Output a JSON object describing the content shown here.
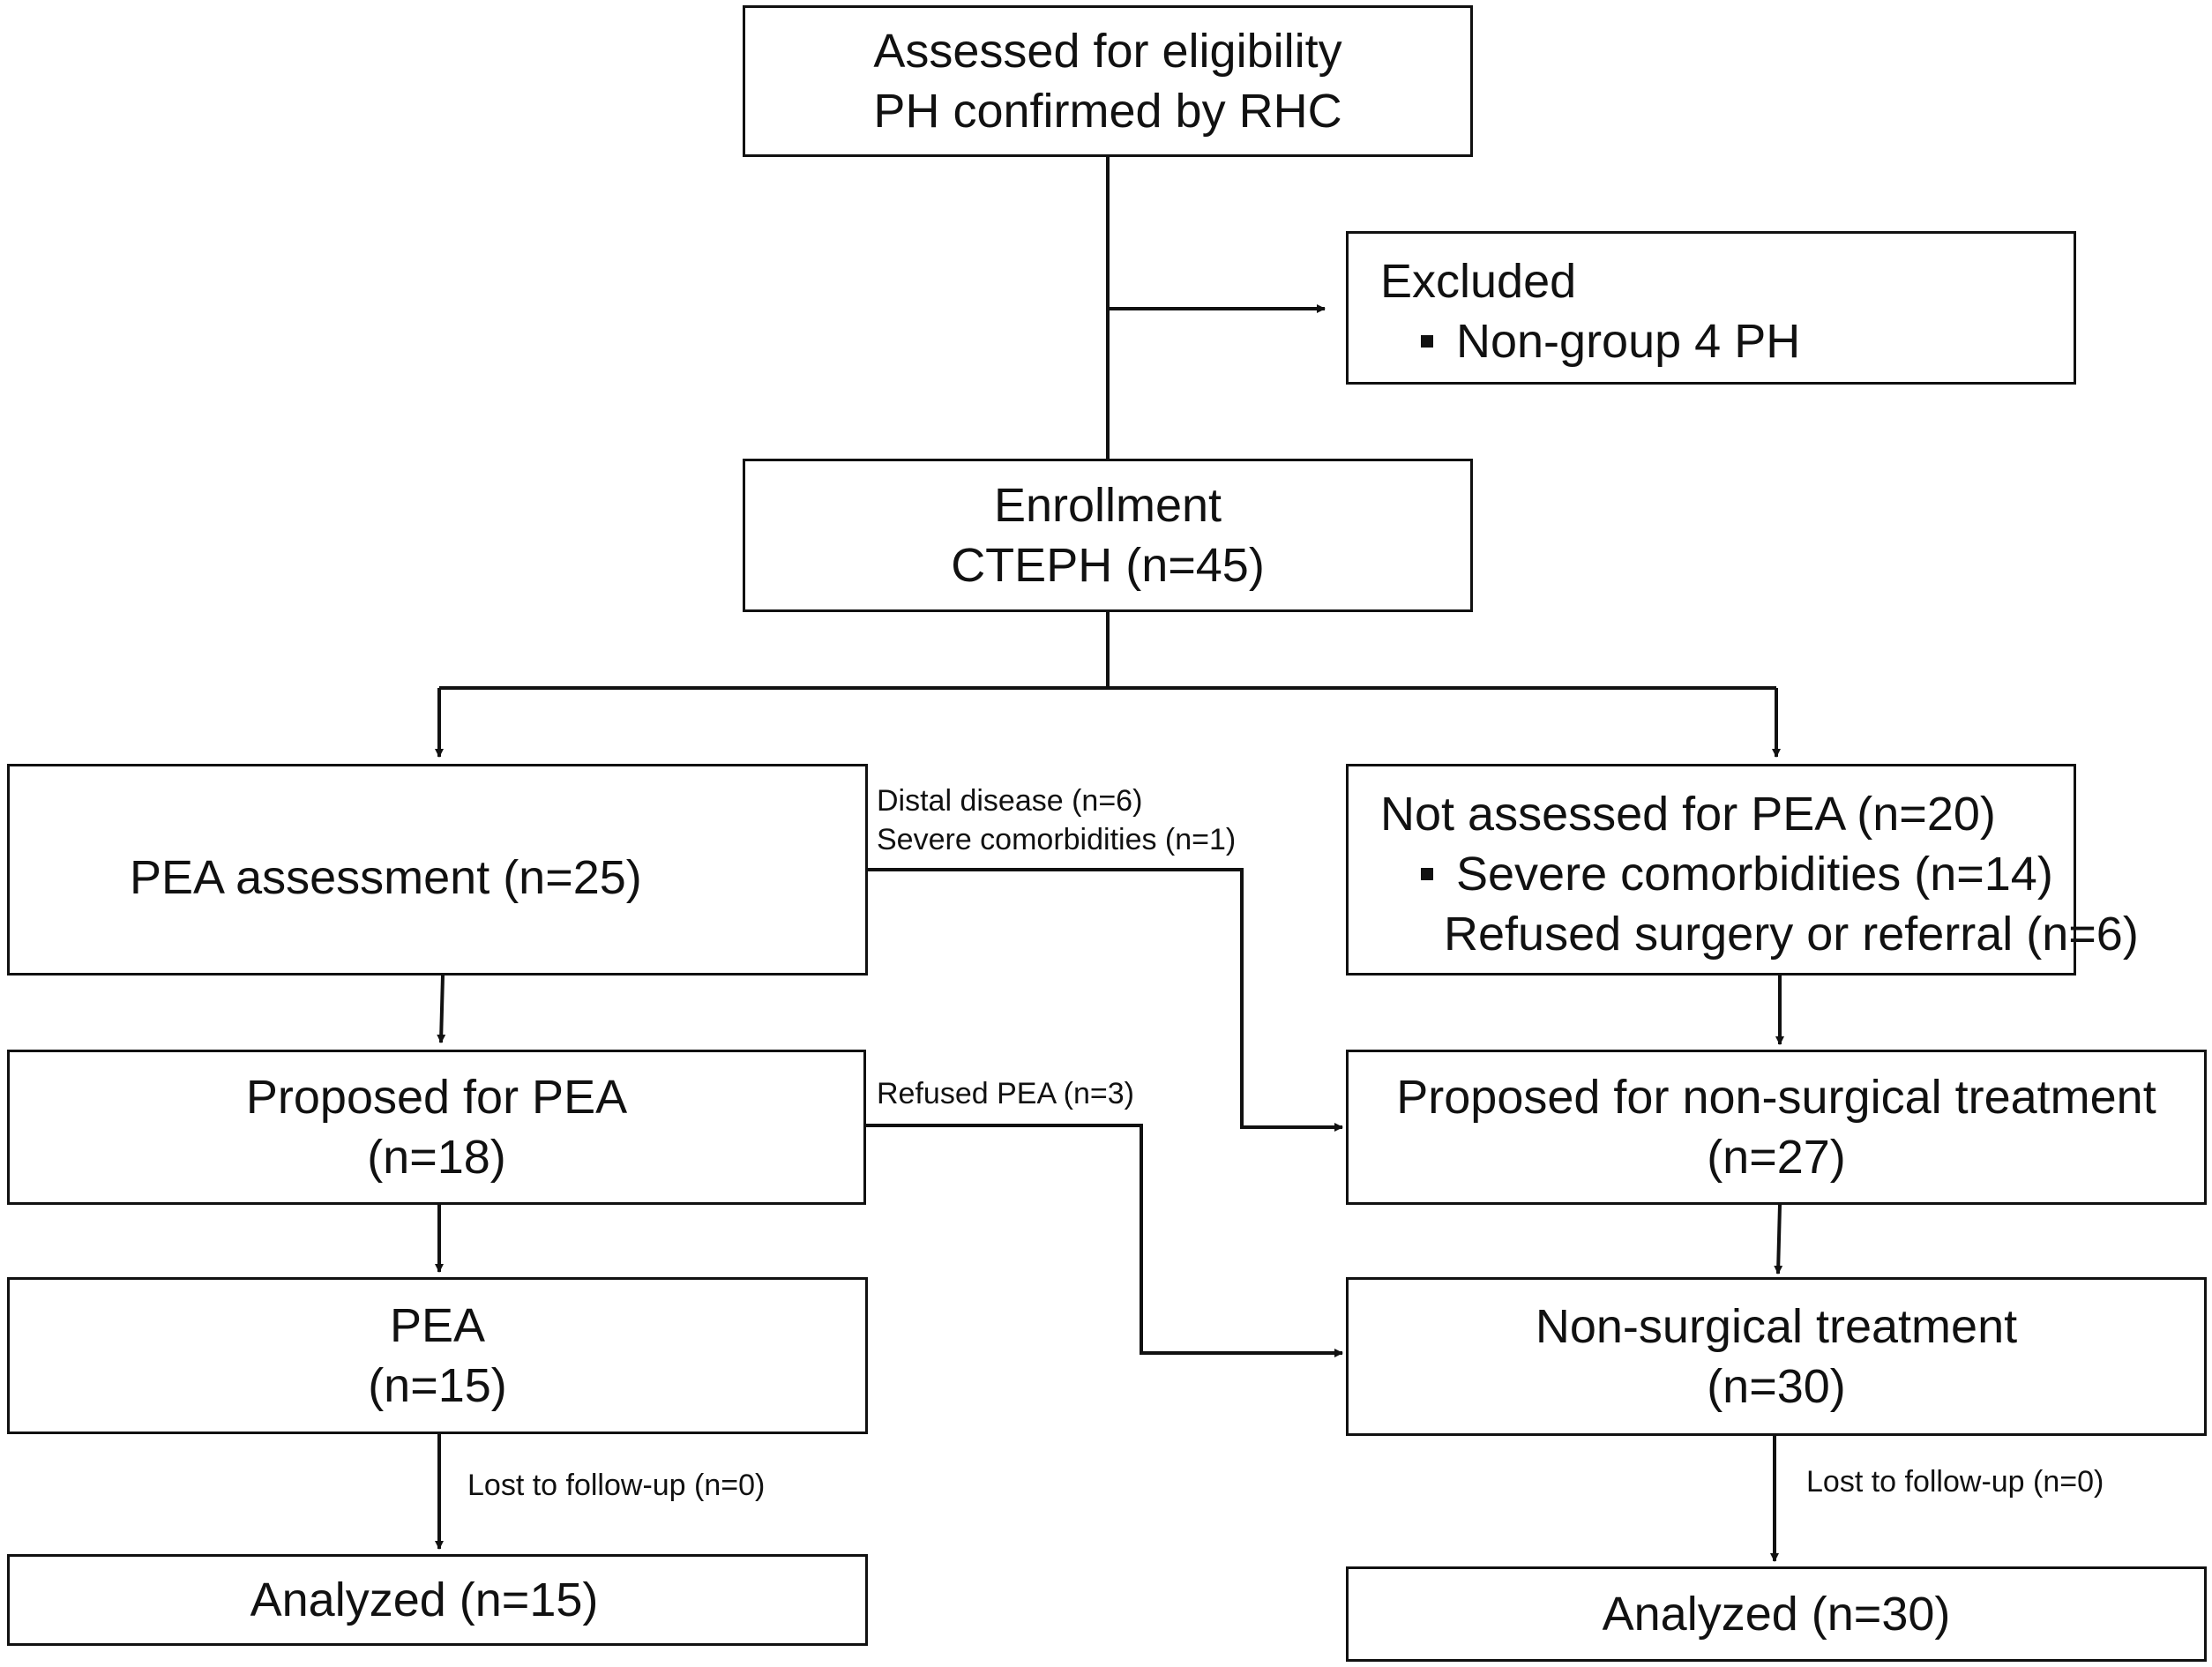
{
  "boxes": {
    "eligibility": {
      "line1": "Assessed for eligibility",
      "line2": "PH confirmed by RHC"
    },
    "excluded": {
      "title": "Excluded",
      "items": [
        "Non-group 4 PH"
      ]
    },
    "enrollment": {
      "line1": "Enrollment",
      "line2": "CTEPH (n=45)"
    },
    "pea_assessment": {
      "line1": "PEA assessment (n=25)"
    },
    "not_assessed": {
      "title": "Not assessed for PEA (n=20)",
      "items": [
        "Severe comorbidities (n=14)",
        "Refused surgery or referral (n=6)"
      ]
    },
    "proposed_pea": {
      "line1": "Proposed for PEA",
      "line2": "(n=18)"
    },
    "proposed_nonsurgical": {
      "line1": "Proposed for non-surgical treatment",
      "line2": "(n=27)"
    },
    "pea": {
      "line1": "PEA",
      "line2": "(n=15)"
    },
    "nonsurgical": {
      "line1": "Non-surgical treatment",
      "line2": "(n=30)"
    },
    "analyzed_left": {
      "line1": "Analyzed (n=15)"
    },
    "analyzed_right": {
      "line1": "Analyzed (n=30)"
    }
  },
  "notes": {
    "distal": "Distal disease (n=6)",
    "severe": "Severe comorbidities (n=1)",
    "refused_pea": "Refused PEA (n=3)",
    "lost_left": "Lost to follow-up (n=0)",
    "lost_right": "Lost to follow-up (n=0)"
  }
}
